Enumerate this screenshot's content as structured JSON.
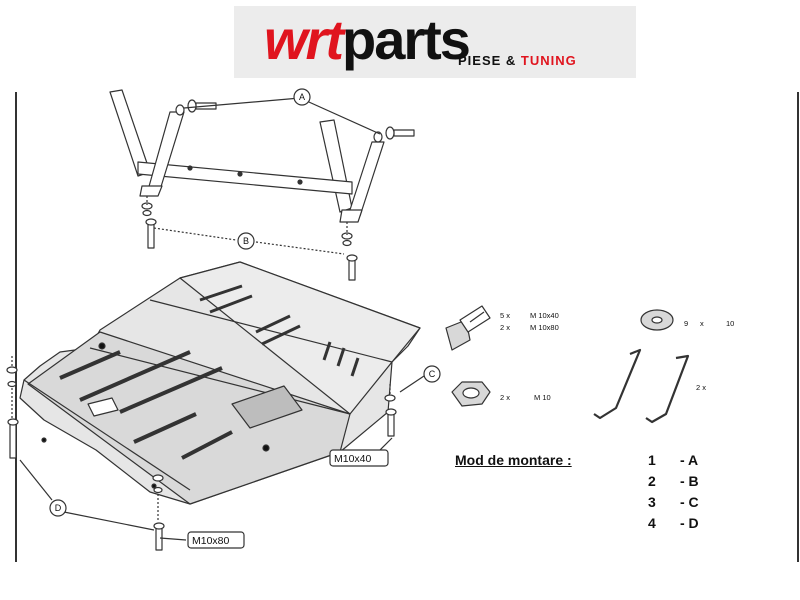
{
  "logo": {
    "brand_wrt": "wrt",
    "brand_parts": "parts",
    "tag_a": "PIESE &",
    "tag_b": "TUNING",
    "colors": {
      "red": "#e0141e",
      "black": "#111111"
    }
  },
  "callouts": {
    "A": "A",
    "B": "B",
    "C": "C",
    "D": "D"
  },
  "bolt_labels": {
    "m10x40": "M10x40",
    "m10x80": "M10x80"
  },
  "parts_list": {
    "bolt_qty_1": "5 x",
    "bolt_spec_1": "M 10x40",
    "bolt_qty_2": "2 x",
    "bolt_spec_2": "M 10x80",
    "washer_qty": "9",
    "washer_x": "x",
    "washer_spec": "10",
    "nut_qty": "2 x",
    "nut_spec": "M 10",
    "bracket_qty": "2 x"
  },
  "mounting": {
    "title": "Mod de montare :",
    "rows": [
      {
        "num": "1",
        "letter": "- A"
      },
      {
        "num": "2",
        "letter": "- B"
      },
      {
        "num": "3",
        "letter": "- C"
      },
      {
        "num": "4",
        "letter": "- D"
      }
    ]
  }
}
